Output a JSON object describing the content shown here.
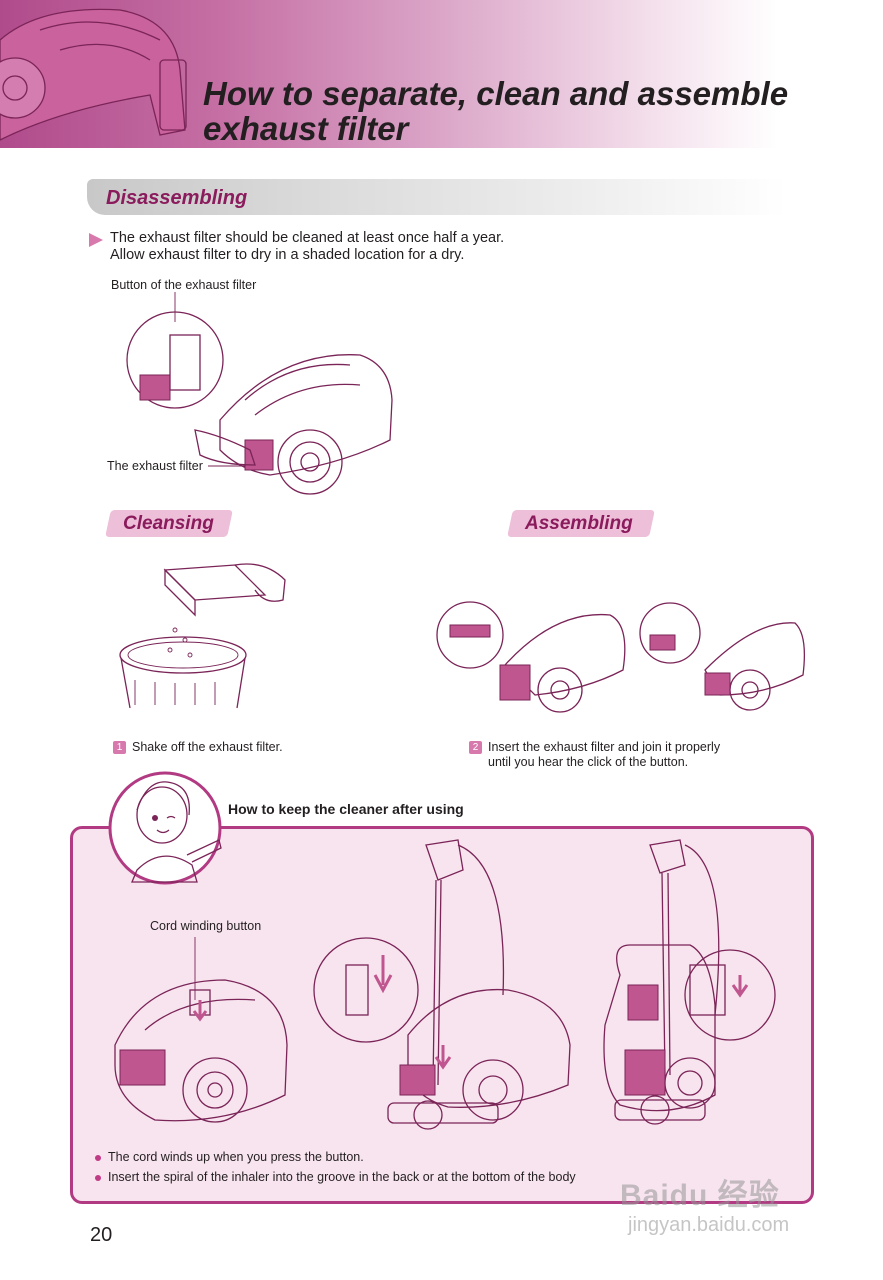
{
  "header": {
    "title_line1": "How to separate, clean and assemble",
    "title_line2": "exhaust filter"
  },
  "disassembling": {
    "heading": "Disassembling",
    "intro_line1": "The exhaust filter should be cleaned at least once half a year.",
    "intro_line2": "Allow exhaust filter to dry in a shaded location for a dry.",
    "label_button": "Button of the exhaust filter",
    "label_filter": "The exhaust filter"
  },
  "cleansing": {
    "heading": "Cleansing",
    "step_number": "1",
    "step_text": "Shake off the exhaust filter."
  },
  "assembling": {
    "heading": "Assembling",
    "step_number": "2",
    "step_text_line1": "Insert the exhaust filter and join it properly",
    "step_text_line2": "until you hear the click of the button."
  },
  "keep": {
    "heading": "How to keep the cleaner after using",
    "label_cord": "Cord winding button",
    "bullets": [
      "The cord winds up when you press the button.",
      "Insert the spiral of the inhaler into the groove in the back or at the bottom of the body"
    ]
  },
  "page_number": "20",
  "watermark": {
    "brand": "Baidu 经验",
    "url": "jingyan.baidu.com"
  },
  "colors": {
    "accent": "#8a1b5c",
    "banner": "#b04b8b",
    "pill": "#eebfd9",
    "tip_bg": "#f8e4ef",
    "tip_border": "#b23a82"
  }
}
